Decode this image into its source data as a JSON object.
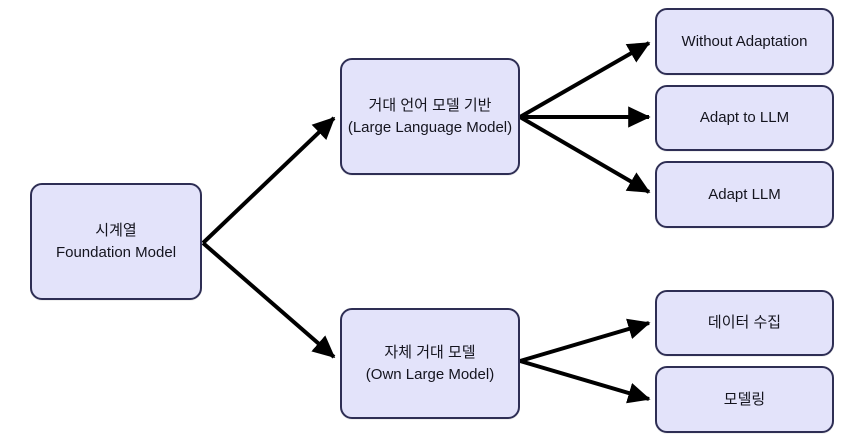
{
  "diagram": {
    "type": "tree-taxonomy",
    "background_color": "#ffffff",
    "node_fill_color": "#e3e3fa",
    "node_border_color": "#2e2e54",
    "edge_color": "#000000",
    "nodes": {
      "root": {
        "line1": "시계열",
        "line2": "Foundation Model"
      },
      "llm": {
        "line1": "거대 언어 모델 기반",
        "line2": "(Large Language Model)"
      },
      "own": {
        "line1": "자체 거대 모델",
        "line2": "(Own Large Model)"
      },
      "without_adaptation": {
        "label": "Without Adaptation"
      },
      "adapt_to_llm": {
        "label": "Adapt to LLM"
      },
      "adapt_llm": {
        "label": "Adapt LLM"
      },
      "data_collection": {
        "label": "데이터 수집"
      },
      "modeling": {
        "label": "모델링"
      }
    },
    "edges": [
      {
        "from": "root",
        "to": "llm"
      },
      {
        "from": "root",
        "to": "own"
      },
      {
        "from": "llm",
        "to": "without_adaptation"
      },
      {
        "from": "llm",
        "to": "adapt_to_llm"
      },
      {
        "from": "llm",
        "to": "adapt_llm"
      },
      {
        "from": "own",
        "to": "data_collection"
      },
      {
        "from": "own",
        "to": "modeling"
      }
    ]
  }
}
